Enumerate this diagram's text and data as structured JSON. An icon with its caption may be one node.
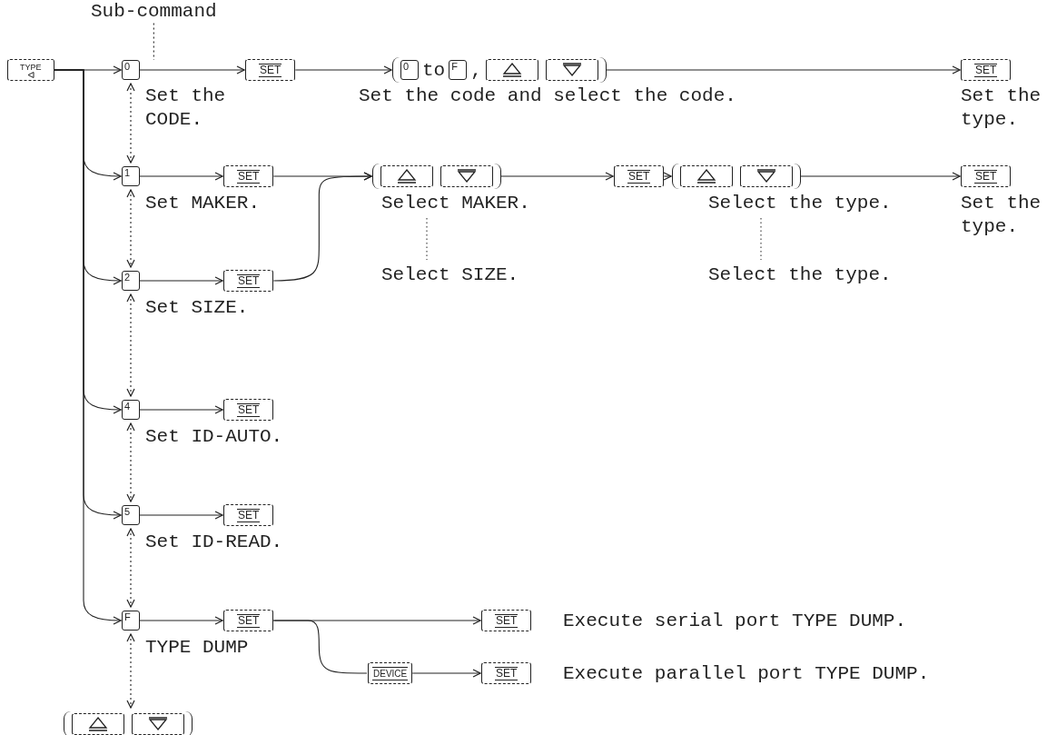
{
  "diagram": {
    "nodes": [
      {
        "text": [
          "Sub-command"
        ]
      },
      {
        "text": [
          "TYPE"
        ]
      },
      {
        "text": [
          "0"
        ],
        "beside": [
          "Set the CODE."
        ]
      },
      {
        "text": [
          "SET"
        ]
      },
      {
        "text": [
          "to",
          ","
        ],
        "beside": [
          "Set the code and select the code."
        ]
      },
      {
        "text": [
          "0"
        ],
        "in": 4
      },
      {
        "text": [
          "F"
        ],
        "in": 4
      },
      {
        "text": [],
        "shape": "box",
        "in": 4
      },
      {
        "text": [],
        "shape": "box",
        "in": 4
      },
      {
        "text": [
          "SET"
        ],
        "beside": [
          "Set the type."
        ]
      },
      {
        "text": [
          "1"
        ],
        "beside": [
          "Set MAKER."
        ]
      },
      {
        "text": [
          "SET"
        ]
      },
      {
        "text": [],
        "shape": "bracket",
        "beside": [
          "Select MAKER."
        ]
      },
      {
        "text": [],
        "shape": "box",
        "in": 12
      },
      {
        "text": [],
        "shape": "box",
        "in": 12
      },
      {
        "text": [
          "SET"
        ]
      },
      {
        "text": [],
        "shape": "bracket",
        "beside": [
          "Select the type."
        ]
      },
      {
        "text": [],
        "shape": "box",
        "in": 16
      },
      {
        "text": [],
        "shape": "box",
        "in": 16
      },
      {
        "text": [
          "SET"
        ],
        "beside": [
          "Set the type."
        ]
      },
      {
        "text": [
          "2"
        ],
        "beside": [
          "Set SIZE."
        ]
      },
      {
        "text": [
          "SET"
        ]
      },
      {
        "text": [
          "4"
        ],
        "beside": [
          "Set ID-AUTO."
        ]
      },
      {
        "text": [
          "SET"
        ]
      },
      {
        "text": [
          "5"
        ],
        "beside": [
          "Set ID-READ."
        ]
      },
      {
        "text": [
          "SET"
        ]
      },
      {
        "text": [
          "F"
        ],
        "beside": [
          "TYPE DUMP"
        ]
      },
      {
        "text": [
          "SET"
        ]
      },
      {
        "text": [
          "SET"
        ],
        "beside": [
          "Execute serial port TYPE DUMP."
        ]
      },
      {
        "text": [
          "DEVICE"
        ]
      },
      {
        "text": [
          "SET"
        ],
        "beside": [
          "Execute parallel port TYPE DUMP."
        ]
      },
      {
        "text": [],
        "shape": "bracket"
      },
      {
        "text": [],
        "shape": "box",
        "in": 31
      },
      {
        "text": [],
        "shape": "box",
        "in": 31
      }
    ],
    "edges": [
      {
        "from": 0,
        "to": 2,
        "arrow": "none",
        "style": "dashed"
      },
      {
        "from": 1,
        "to": 2,
        "arrow": "to"
      },
      {
        "from": 1,
        "to": 10,
        "arrow": "to"
      },
      {
        "from": 1,
        "to": 20,
        "arrow": "to"
      },
      {
        "from": 1,
        "to": 22,
        "arrow": "to"
      },
      {
        "from": 1,
        "to": 24,
        "arrow": "to"
      },
      {
        "from": 1,
        "to": 26,
        "arrow": "to"
      },
      {
        "from": 2,
        "to": 3,
        "arrow": "to"
      },
      {
        "from": 3,
        "to": 4,
        "arrow": "to"
      },
      {
        "from": 4,
        "to": 9,
        "arrow": "to"
      },
      {
        "from": 10,
        "to": 11,
        "arrow": "to"
      },
      {
        "from": 11,
        "to": 12,
        "arrow": "to"
      },
      {
        "from": 12,
        "to": 15,
        "arrow": "to"
      },
      {
        "from": 15,
        "to": 16,
        "arrow": "to"
      },
      {
        "from": 16,
        "to": 19,
        "arrow": "to"
      },
      {
        "from": 20,
        "to": 21,
        "arrow": "to"
      },
      {
        "from": 21,
        "to": 12,
        "arrow": "to"
      },
      {
        "from": 22,
        "to": 23,
        "arrow": "to"
      },
      {
        "from": 24,
        "to": 25,
        "arrow": "to"
      },
      {
        "from": 26,
        "to": 27,
        "arrow": "to"
      },
      {
        "from": 27,
        "to": 28,
        "arrow": "to"
      },
      {
        "from": 27,
        "to": 29,
        "arrow": "none"
      },
      {
        "from": 29,
        "to": 30,
        "arrow": "to"
      },
      {
        "from": 2,
        "to": 10,
        "arrow": "both",
        "style": "dashed"
      },
      {
        "from": 10,
        "to": 20,
        "arrow": "both",
        "style": "dashed"
      },
      {
        "from": 20,
        "to": 22,
        "arrow": "both",
        "style": "dashed"
      },
      {
        "from": 22,
        "to": 24,
        "arrow": "both",
        "style": "dashed"
      },
      {
        "from": 24,
        "to": 26,
        "arrow": "both",
        "style": "dashed"
      },
      {
        "from": 26,
        "to": 31,
        "arrow": "both",
        "style": "dashed"
      }
    ],
    "labels": [
      "Select SIZE.",
      "Select the type."
    ]
  }
}
